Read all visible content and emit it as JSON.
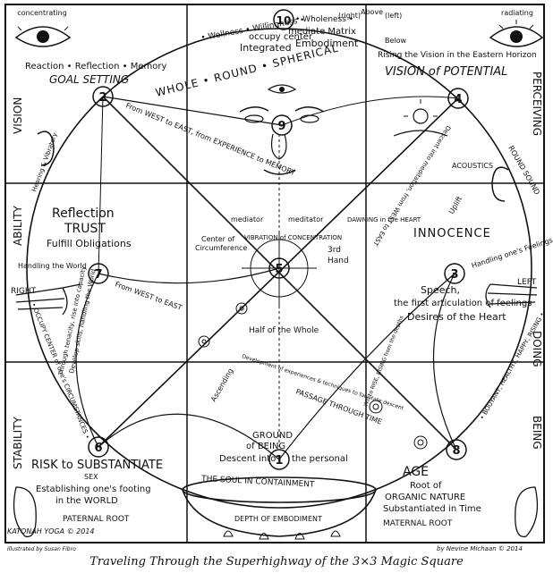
{
  "corners": {
    "top_left": "concentrating",
    "top_right": "radiating"
  },
  "top": {
    "wellness": "• Wellness • Willingness •",
    "occupy": "occupy center",
    "integrated": "Integrated",
    "wholeness": "• Wholeness •",
    "mediate": "mediate Matrix",
    "embodiment": "Embodiment",
    "right": "(right)",
    "above": "Above",
    "left": "(left)",
    "below": "Below",
    "whole_round_spherical": "WHOLE • ROUND • SPHERICAL"
  },
  "numbers": {
    "n1": "1",
    "n2": "2",
    "n3": "3",
    "n4": "4",
    "n5": "5",
    "n6": "6",
    "n7": "7",
    "n8": "8",
    "n9": "9",
    "n10": "10"
  },
  "upper_left": {
    "reaction": "Reaction • Reflection • Memory",
    "goal": "GOAL SETTING",
    "from_west": "From WEST to EAST, from EXPERIENCE to MEMORY"
  },
  "upper_right": {
    "rising": "Rising the Vision in the Eastern Horizon",
    "vision_potential": "VISION of POTENTIAL",
    "descent": "Descent into meditation, from WEST to EAST",
    "acoustics": "ACOUSTICS",
    "round_sound": "ROUND SOUND"
  },
  "side_labels": {
    "vision": "VISION",
    "ability": "ABILITY",
    "stability": "STABILITY",
    "perceiving": "PERCEIVING",
    "doing": "DOING",
    "being": "BEING"
  },
  "middle_left": {
    "reflection": "Reflection",
    "trust": "TRUST",
    "fulfill": "Fulfill Obligations",
    "handling_world": "Handling the World",
    "right": "RIGHT",
    "hearing": "Hearing & Vibratory",
    "from_west2": "From WEST to EAST",
    "occupy_center": "• OCCUPY CENTER of one's CIRCUMSTANCES •"
  },
  "middle_center": {
    "mediator1": "mediator",
    "mediator2": "meditator",
    "center_circ": "Center of",
    "circumference": "Circumference",
    "vibration": "VIBRATION of CONCENTRATION",
    "third_hand": "3rd",
    "hand": "Hand",
    "half_whole": "Half of the Whole"
  },
  "middle_right": {
    "innocence": "INNOCENCE",
    "uplift": "Uplift",
    "handling_feelings": "Handling one's Feelings",
    "left": "LEFT",
    "speech": "Speech,",
    "first_art": "the first articulation of feelings",
    "desires": "Desires of the Heart",
    "dawning": "DAWNING in the HEART"
  },
  "lower_left": {
    "tenacity": "Through tenacity, rise into capacity",
    "develop": "Develop skills, handling the World",
    "risk": "RISK to SUBSTANTIATE",
    "sex": "SEX",
    "establishing": "Establishing one's footing",
    "world": "in the WORLD",
    "paternal": "PATERNAL ROOT"
  },
  "lower_center": {
    "ascending": "Ascending",
    "ground1": "GROUND",
    "ground2": "of BEING",
    "descent": "Descent into",
    "personal": "the personal",
    "soul": "THE SOUL IN CONTAINMENT",
    "depth": "DEPTH OF EMBODIMENT",
    "passage": "PASSAGE THROUGH TIME",
    "development": "Development of experiences & techniques to facilitate descent"
  },
  "lower_right": {
    "bouyant": "• BOUYANT, HEALTHY, HAPPY, RISING •",
    "age": "AGE",
    "root_of": "Root of",
    "organic": "ORGANIC NATURE",
    "substantiated": "Substantiated in Time",
    "maternal": "MATERNAL ROOT",
    "will": "Will to RISE, RISING from the depths"
  },
  "footer": {
    "katonah": "KATONAH YOGA © 2014",
    "illustrated": "Illustrated by Susan Fibro",
    "nevine": "by Nevine Michaan © 2014",
    "caption": "Traveling Through the Superhighway of the 3×3 Magic Square"
  }
}
